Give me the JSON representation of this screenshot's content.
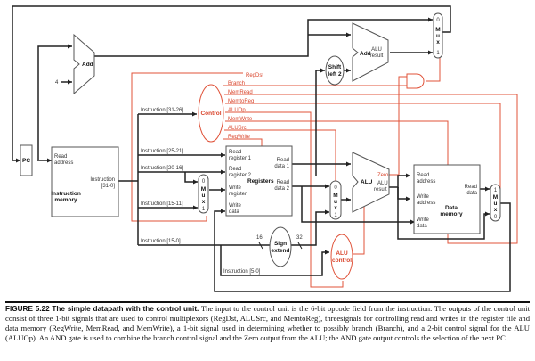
{
  "figure": {
    "number_and_title": "FIGURE 5.22 The simple datapath with the control unit.",
    "caption": " The input to the control unit is the 6-bit opcode field from the instruction. The outputs of the control unit consist of three 1-bit signals that are used to control multiplexors (RegDst, ALUSrc, and MemtoReg), threesignals for controlling read and writes in the register file and data memory (RegWrite, MemRead, and MemWrite), a 1-bit signal used in determining whether to possibly branch (Branch), and a 2-bit control signal for the ALU (ALUOp). An AND gate is used to combine the branch control signal and the Zero output from the ALU; the AND gate output controls the selection of the next PC."
  },
  "diagram": {
    "pc": "PC",
    "add1": "Add",
    "const4": "4",
    "add2": "Add",
    "add2_result": [
      "ALU",
      "result"
    ],
    "shift": [
      "Shift",
      "left 2"
    ],
    "control": "Control",
    "control_signals": [
      "RegDst",
      "Branch",
      "MemRead",
      "MemtoReg",
      "ALUOp",
      "MemWrite",
      "ALUSrc",
      "RegWrite"
    ],
    "instr_mem": {
      "read_address": [
        "Read",
        "address"
      ],
      "instruction_out": [
        "Instruction",
        "[31-0]"
      ],
      "title": [
        "Instruction",
        "memory"
      ]
    },
    "instr_fields": {
      "op": "Instruction [31-26]",
      "rs": "Instruction [25-21]",
      "rt": "Instruction [20-16]",
      "rd": "Instruction [15-11]",
      "imm": "Instruction [15-0]",
      "funct": "Instruction [5-0]"
    },
    "registers": {
      "read_reg1": [
        "Read",
        "register 1"
      ],
      "read_reg2": [
        "Read",
        "register 2"
      ],
      "write_reg": [
        "Write",
        "register"
      ],
      "write_data": [
        "Write",
        "data"
      ],
      "read_data1": [
        "Read",
        "data 1"
      ],
      "read_data2": [
        "Read",
        "data 2"
      ],
      "title": "Registers"
    },
    "sign_extend": [
      "Sign",
      "extend"
    ],
    "bits_in": "16",
    "bits_out": "32",
    "alu": "ALU",
    "alu_zero": "Zero",
    "alu_result": [
      "ALU",
      "result"
    ],
    "alu_control": [
      "ALU",
      "control"
    ],
    "data_memory": {
      "read_address": [
        "Read",
        "address"
      ],
      "write_address": [
        "Write",
        "address"
      ],
      "write_data": [
        "Write",
        "data"
      ],
      "read_data": [
        "Read",
        "data"
      ],
      "title": [
        "Data",
        "memory"
      ]
    },
    "mux_letters": [
      "M",
      "u",
      "x"
    ],
    "mux_pc": [
      "0",
      "1"
    ],
    "mux_reg": [
      "0",
      "1"
    ],
    "mux_alu": [
      "0",
      "1"
    ],
    "mux_mem": [
      "1",
      "0"
    ]
  }
}
